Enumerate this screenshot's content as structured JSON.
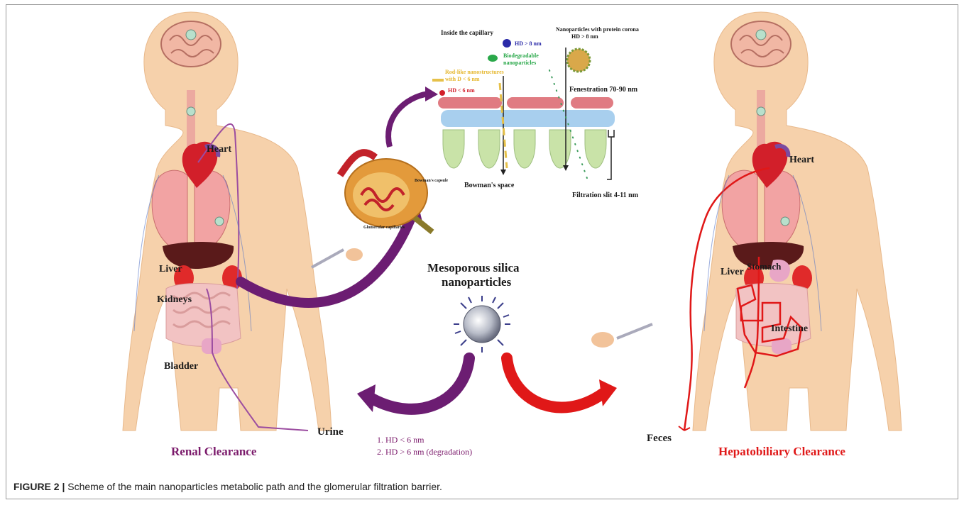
{
  "colors": {
    "skin": "#f6d1ab",
    "renal": "#7b1a6b",
    "hepatobiliary": "#e01818",
    "vein": "#5a78c8",
    "artery": "#d9534f",
    "lung": "#f2a3a3",
    "endothelium": "#e07b82",
    "basement_membrane": "#a8cfee",
    "podocyte": "#c9e3a8"
  },
  "labels": {
    "heart_left": "Heart",
    "liver_left": "Liver",
    "kidneys": "Kidneys",
    "bladder": "Bladder",
    "urine": "Urine",
    "renal_clearance": "Renal Clearance",
    "heart_right": "Heart",
    "liver_right": "Liver",
    "stomach": "Stomach",
    "intestine": "Intestine",
    "feces": "Feces",
    "hepatobiliary_clearance": "Hepatobiliary Clearance",
    "msn_title_line1": "Mesoporous silica",
    "msn_title_line2": "nanoparticles",
    "criteria_1": "1. HD < 6 nm",
    "criteria_2": "2. HD > 6 nm (degradation)"
  },
  "inset": {
    "inside_capillary": "Inside the capillary",
    "hd_gt_8": "HD > 8 nm",
    "biodegradable_1": "Biodegradable",
    "biodegradable_2": "nanoparticles",
    "rod_1": "Rod-like nanostructures",
    "rod_2": "with D < 6 nm",
    "hd_lt_6": "HD < 6 nm",
    "corona_1": "Nanoparticles with protein corona",
    "corona_2": "HD > 8 nm",
    "fenestration": "Fenestration 70-90 nm",
    "bowmans_space": "Bowman's space",
    "filtration_slit": "Filtration slit 4-11 nm",
    "bowmans_capsule": "Bowman's capsule",
    "glomerular_capillaries": "Glomerular capillaries"
  },
  "caption": {
    "figure_label": "FIGURE 2 |",
    "text": " Scheme of the main nanoparticles metabolic path and the glomerular filtration barrier."
  }
}
